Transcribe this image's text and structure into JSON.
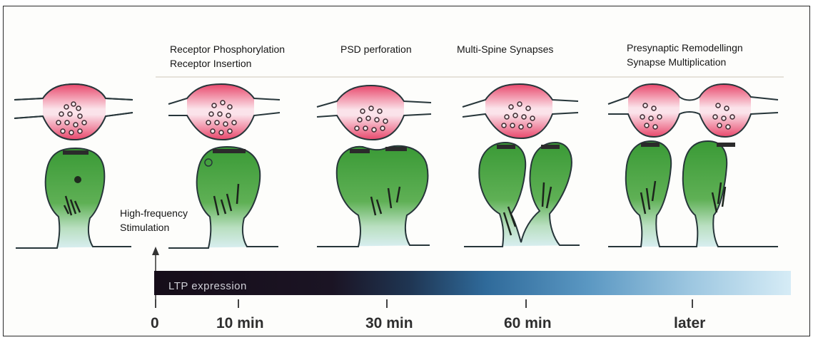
{
  "stage_titles": {
    "s1_line1": "Receptor Phosphorylation",
    "s1_line2": "Receptor Insertion",
    "s2": "PSD perforation",
    "s3": "Multi-Spine Synapses",
    "s4_line1": "Presynaptic Remodellingn",
    "s4_line2": "Synapse Multiplication"
  },
  "stimulus": {
    "line1": "High-frequency",
    "line2": "Stimulation"
  },
  "bar_label": "LTP expression",
  "time_labels": [
    "0",
    "10 min",
    "30 min",
    "60 min",
    "later"
  ],
  "colors": {
    "presynaptic": "#e54b6e",
    "spine": "#3f9a3a",
    "outline": "#27363a",
    "bar_start": "#160d19",
    "bar_end": "#d6ecf6"
  }
}
